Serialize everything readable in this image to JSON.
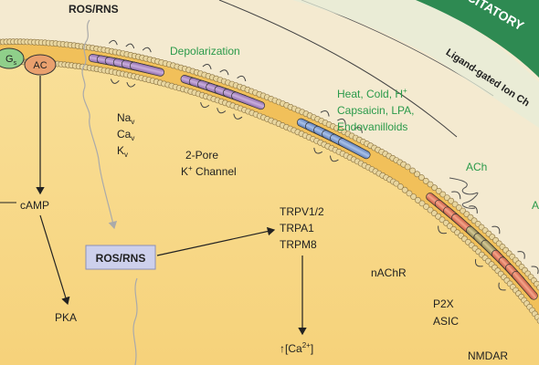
{
  "top_label": "ROS/RNS",
  "banner": "EXCITATORY",
  "ligand_label": "Ligand-gated Ion Ch",
  "gs": {
    "main": "G",
    "sub": "s"
  },
  "ac": "AC",
  "depolarization": "Depolarization",
  "nav_channels": {
    "na": {
      "main": "Na",
      "sub": "v"
    },
    "ca": {
      "main": "Ca",
      "sub": "v"
    },
    "k": {
      "main": "K",
      "sub": "v"
    }
  },
  "two_pore": {
    "line1": "2-Pore",
    "line2_pre": "K",
    "line2_sup": "+",
    "line2_post": " Channel"
  },
  "stimuli": {
    "line1_pre": "Heat, Cold, H",
    "line1_sup": "+",
    "line2": "Capsaicin, LPA,",
    "line3": "Endovanilloids"
  },
  "ach": "ACh",
  "ach_partial": "A",
  "camp": "cAMP",
  "pka": "PKA",
  "ros_box": "ROS/RNS",
  "trp": [
    "TRPV1/2",
    "TRPA1",
    "TRPM8"
  ],
  "calcium": {
    "pre": "↑[Ca",
    "sup": "2+",
    "post": "]"
  },
  "nachr": "nAChR",
  "p2x": "P2X",
  "asic": "ASIC",
  "nmdar": "NMDAR",
  "colors": {
    "background": "#f3e6c0",
    "cytoplasm": "#f7d880",
    "green_band": "#2e8a52",
    "purple_channel": "#b797cc",
    "blue_channel": "#8aa8d8",
    "red_channel": "#e88468",
    "olive_channel": "#b9ad78",
    "ros_box_fill": "#cdd0ec",
    "green_text": "#2a9a4a"
  }
}
